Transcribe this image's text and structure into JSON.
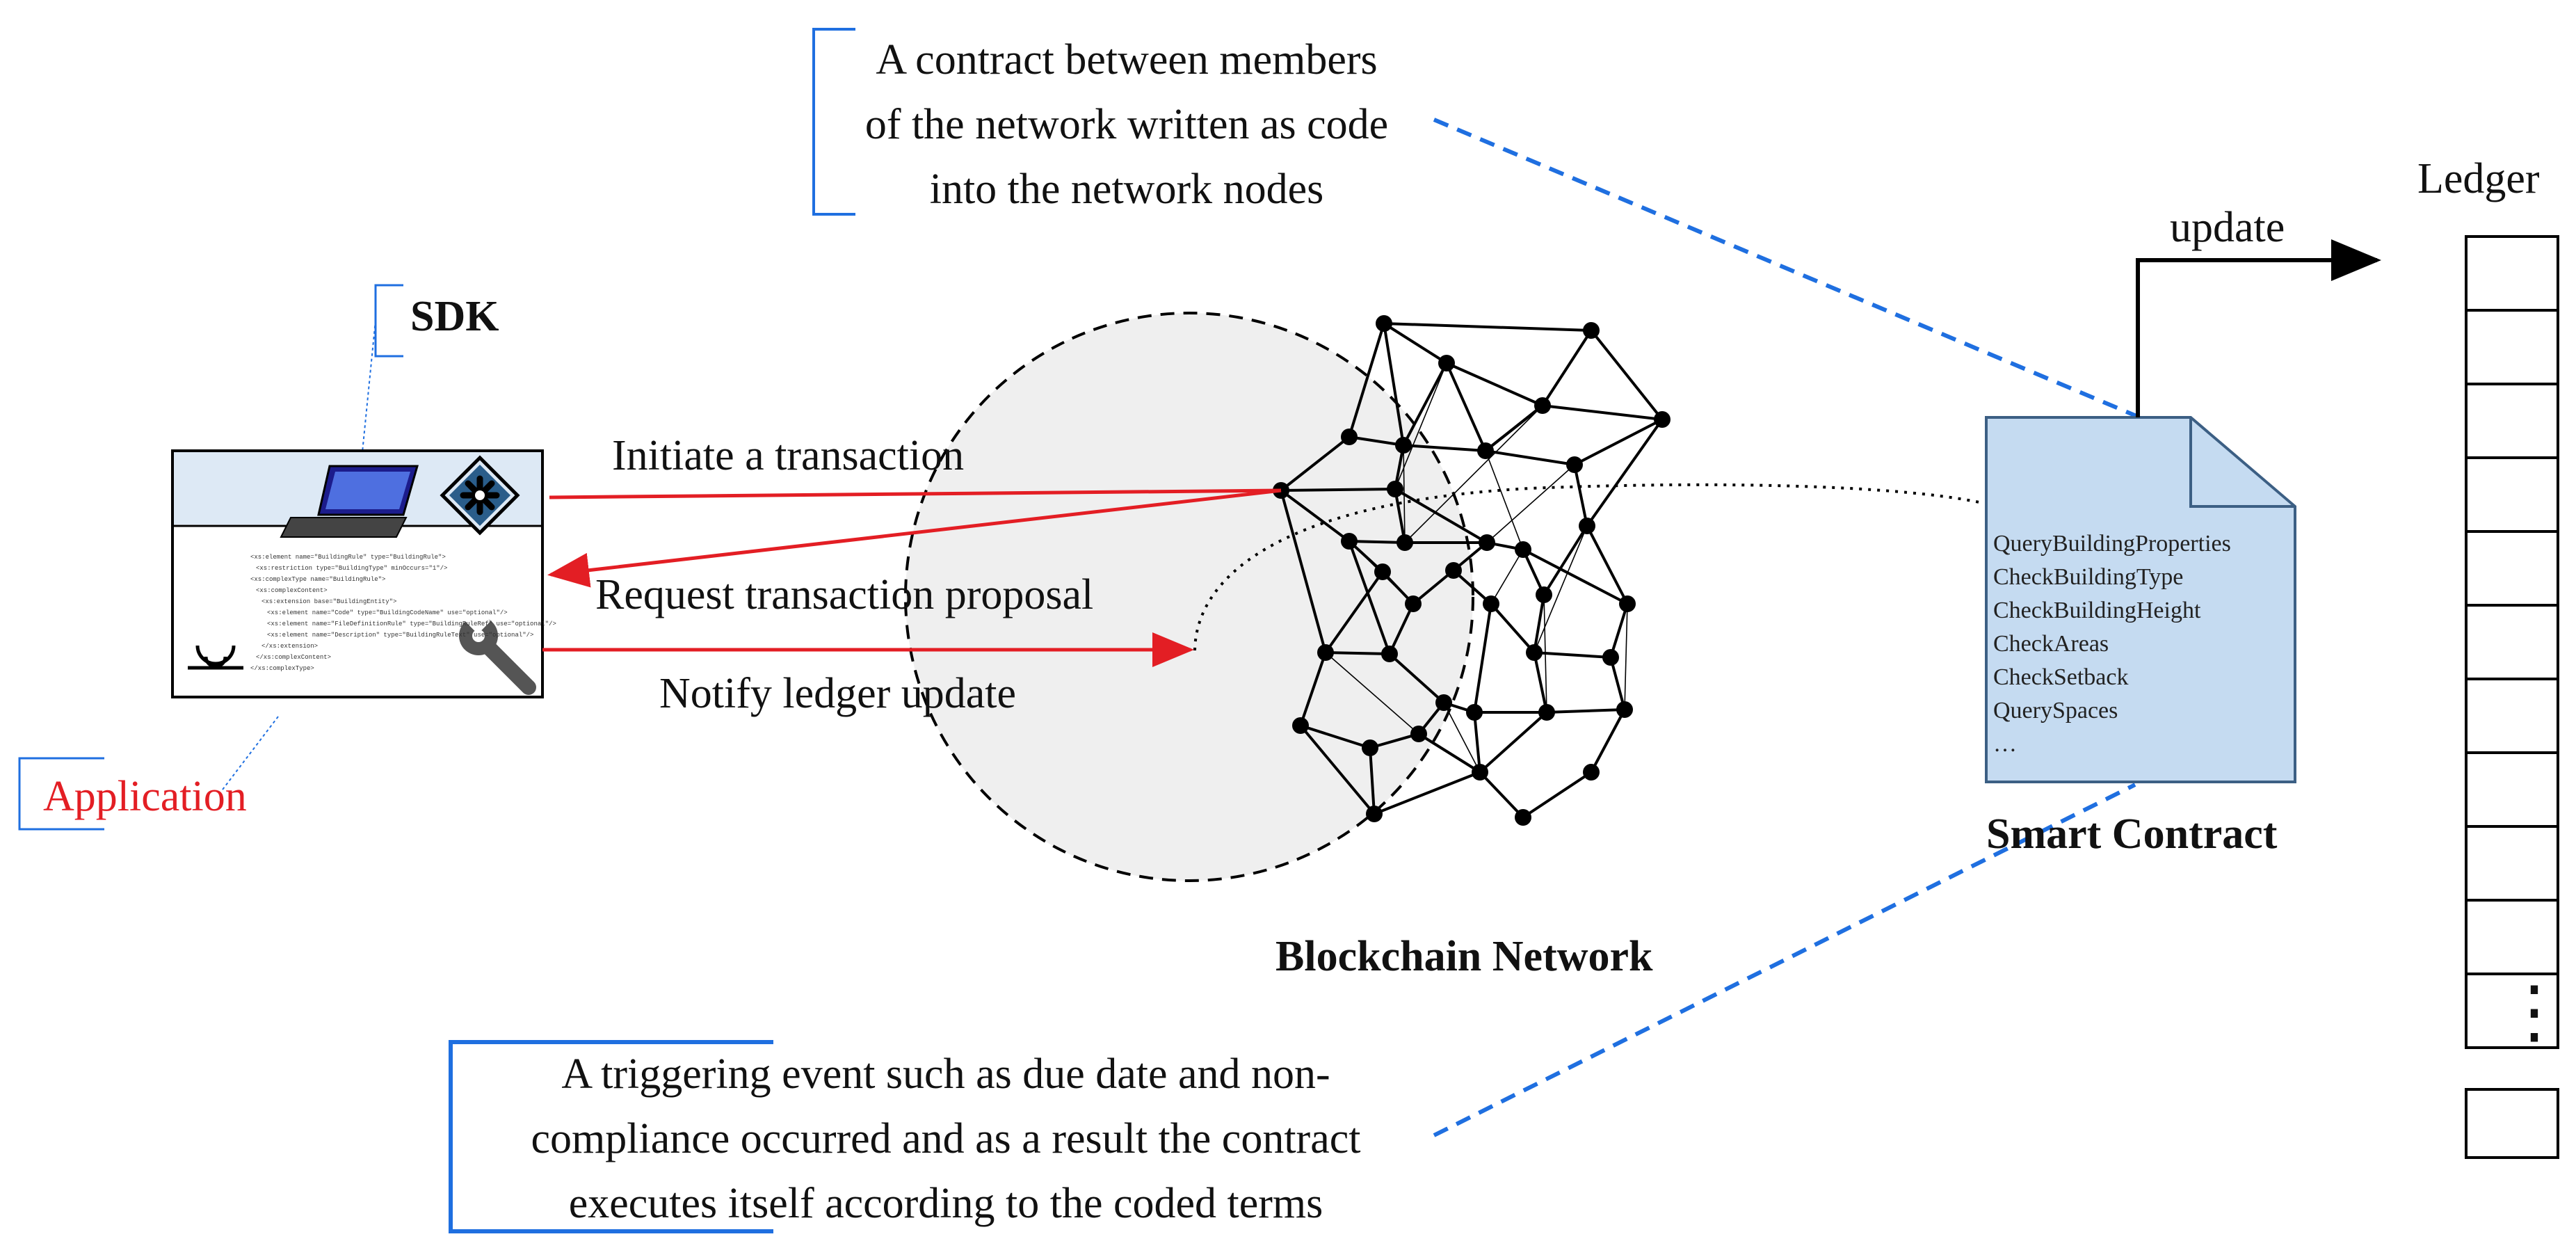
{
  "colors": {
    "arrow_red": "#e31e24",
    "callout_blue": "#1f6fe0",
    "network_fill": "#efefef",
    "document_fill": "#c5dbf1",
    "app_header_fill": "#dde9f5",
    "application_text": "#e31e24"
  },
  "labels": {
    "sdk": "SDK",
    "application": "Application",
    "blockchain_network": "Blockchain Network",
    "smart_contract": "Smart Contract",
    "ledger": "Ledger",
    "update": "update",
    "ledger_ellipsis": "⋮"
  },
  "arrows": {
    "initiate": "Initiate a transaction",
    "request": "Request transaction proposal",
    "notify": "Notify ledger update"
  },
  "notes": {
    "top": [
      "A contract between members",
      "of the network written as code",
      "into the network nodes"
    ],
    "bottom": [
      "A triggering event such as due date and non-",
      "compliance occurred and as a result the contract",
      "executes itself according to the coded terms"
    ]
  },
  "smart_contract_functions": [
    "QueryBuildingProperties",
    "CheckBuildingType",
    "CheckBuildingHeight",
    "CheckAreas",
    "CheckSetback",
    "QuerySpaces",
    "…"
  ],
  "app_code_lines": [
    "<xs:element name=\"BuildingRule\" type=\"BuildingRule\">",
    "  <xs:restriction type=\"BuildingType\" minOccurs=\"1\"/>",
    "<xs:complexType name=\"BuildingRule\">",
    "  <xs:complexContent>",
    "    <xs:extension base=\"BuildingEntity\">",
    "      <xs:element name=\"Code\" type=\"BuildingCodeName\" use=\"optional\"/>",
    "      <xs:element name=\"FileDefinitionRule\" type=\"BuildingRuleRef\" use=\"optional\"/>",
    "      <xs:element name=\"Description\" type=\"BuildingRuleText\" use=\"optional\"/>",
    "    </xs:extension>",
    "  </xs:complexContent>",
    "</xs:complexType>"
  ],
  "icons": {
    "laptop": "laptop-icon",
    "gear": "gear-icon",
    "wrench": "wrench-icon",
    "logo": "logo-icon"
  },
  "ledger_block_count": 12
}
